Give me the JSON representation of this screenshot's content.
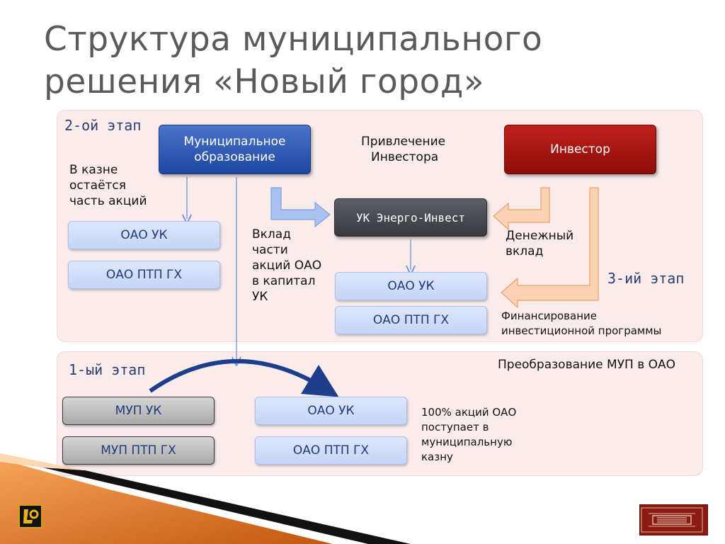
{
  "title": {
    "line1": "Структура муниципального",
    "line2": "решения «Новый город»"
  },
  "stages": {
    "stage2": "2-ой этап",
    "stage3": "3-ий этап",
    "stage1": "1-ый этап"
  },
  "boxes": {
    "municipal": "Муниципальное образование",
    "investor": "Инвестор",
    "uk_energo": "УК Энерго-Инвест",
    "oao_uk_left": "ОАО УК",
    "oao_ptp_left": "ОАО ПТП ГХ",
    "oao_uk_center": "ОАО УК",
    "oao_ptp_center": "ОАО ПТП ГХ",
    "mup_uk": "МУП УК",
    "mup_ptp": "МУП ПТП ГХ",
    "oao_uk_bottom": "ОАО УК",
    "oao_ptp_bottom": "ОАО ПТП ГХ"
  },
  "labels": {
    "treasury": [
      "В казне",
      "остаётся",
      "часть акций"
    ],
    "attract": [
      "Привлечение",
      "Инвестора"
    ],
    "contribution": [
      "Вклад",
      "части",
      "акций ОАО",
      "в капитал",
      "УК"
    ],
    "cash": [
      "Денежный",
      "вклад"
    ],
    "financing": [
      "Финансирование",
      "инвестиционной программы"
    ],
    "transform": "Преобразование МУП в ОАО",
    "shares": [
      "100% акций ОАО",
      "поступает в",
      "муниципальную",
      "казну"
    ]
  },
  "colors": {
    "panel": "#fbecec",
    "stage_text": "#2d3e70",
    "investor_red": "#a8150f",
    "orange_arrow": "#f4a774",
    "blue_arrow": "#8fb0ea"
  },
  "icons": {
    "left_logo": "brand-logo-icon",
    "right_logo": "bank-logo-icon"
  }
}
